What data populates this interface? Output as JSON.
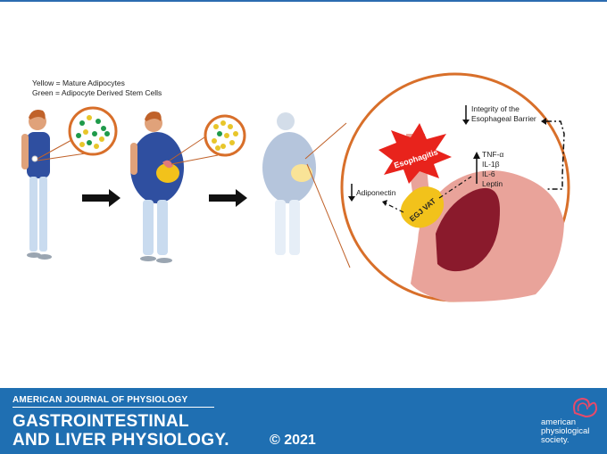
{
  "legend": {
    "yellow": "Yellow  = Mature Adipocytes",
    "green": "Green = Adipocyte Derived Stem Cells"
  },
  "labels": {
    "integrity_line1": "Integrity of the",
    "integrity_line2": "Esophageal Barrier",
    "cytokines": [
      "TNF-α",
      "IL-1β",
      "IL-6",
      "Leptin"
    ],
    "adiponectin": "Adiponectin",
    "esophagitis": "Esophagitis",
    "egj_vat": "EGJ VAT"
  },
  "footer": {
    "journal": "AMERICAN JOURNAL OF PHYSIOLOGY",
    "title_line1": "GASTROINTESTINAL",
    "title_line2": "AND LIVER PHYSIOLOGY.",
    "year": "© 2021",
    "society_line1": "american",
    "society_line2": "physiological",
    "society_line3": "society."
  },
  "colors": {
    "footer_bg": "#1f6fb2",
    "mature_adipocyte": "#e8c62a",
    "stem_cell": "#1f9a4a",
    "esophagitis_red": "#e8231c",
    "vat_yellow": "#f2c21b"
  }
}
